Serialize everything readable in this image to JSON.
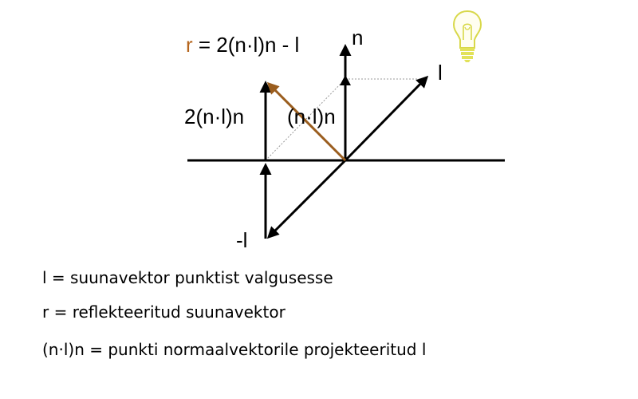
{
  "diagram": {
    "formula": {
      "r_symbol": "r",
      "rest": " = 2(n·l)n - l"
    },
    "labels": {
      "n": "n",
      "l": "l",
      "two_projection": "2(n·l)n",
      "projection": "(n·l)n",
      "neg_l": "-l"
    },
    "colors": {
      "r_vector": "#9a5d1e",
      "r_symbol": "#b5651d",
      "bulb": "#e9e96a"
    },
    "icon": "light-bulb-icon"
  },
  "legend": [
    "l = suunavektor punktist valgusesse",
    "r = reflekteeritud suunavektor",
    "(n·l)n = punkti normaalvektorile projekteeritud l"
  ]
}
